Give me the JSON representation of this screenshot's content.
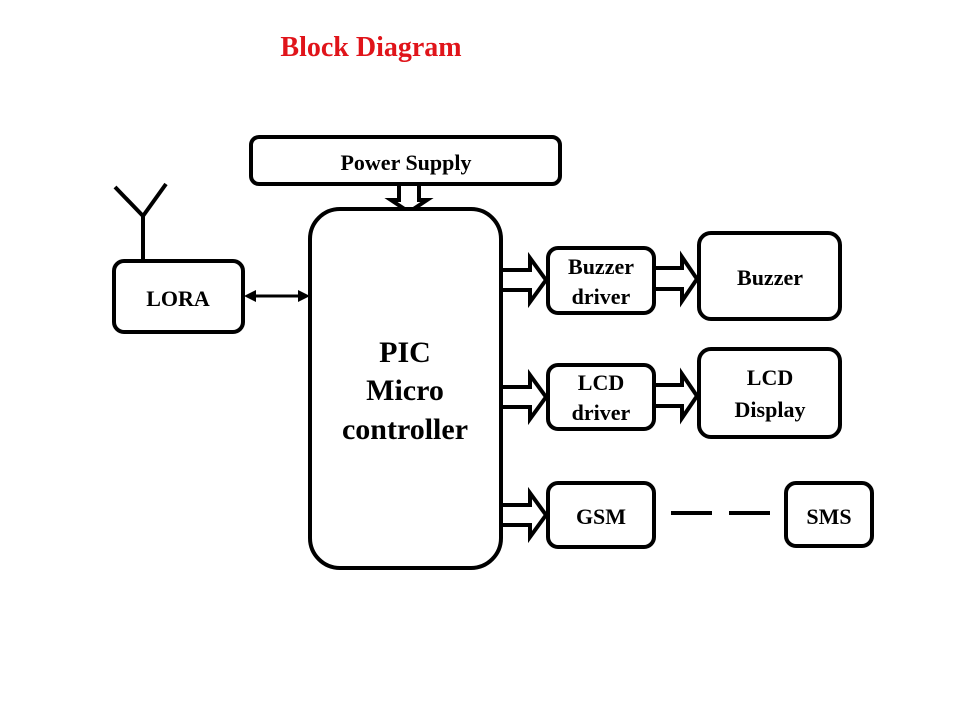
{
  "title": {
    "text": "Block Diagram",
    "color": "#e0141a"
  },
  "blocks": {
    "power_supply": "Power Supply",
    "lora": "LORA",
    "mcu": [
      "PIC",
      "Micro",
      "controller"
    ],
    "buzzer_driver": [
      "Buzzer",
      "driver"
    ],
    "buzzer": "Buzzer",
    "lcd_driver": [
      "LCD",
      "driver"
    ],
    "lcd_display": [
      "LCD",
      "Display"
    ],
    "gsm": "GSM",
    "sms": "SMS"
  },
  "connections": [
    {
      "from": "Power Supply",
      "to": "PIC Micro controller",
      "type": "hollow-arrow"
    },
    {
      "from": "LORA",
      "to": "PIC Micro controller",
      "type": "bidirectional"
    },
    {
      "from": "PIC Micro controller",
      "to": "Buzzer driver",
      "type": "hollow-arrow"
    },
    {
      "from": "Buzzer driver",
      "to": "Buzzer",
      "type": "hollow-arrow"
    },
    {
      "from": "PIC Micro controller",
      "to": "LCD driver",
      "type": "hollow-arrow"
    },
    {
      "from": "LCD driver",
      "to": "LCD Display",
      "type": "hollow-arrow"
    },
    {
      "from": "PIC Micro controller",
      "to": "GSM",
      "type": "hollow-arrow"
    },
    {
      "from": "GSM",
      "to": "SMS",
      "type": "dashed"
    }
  ]
}
